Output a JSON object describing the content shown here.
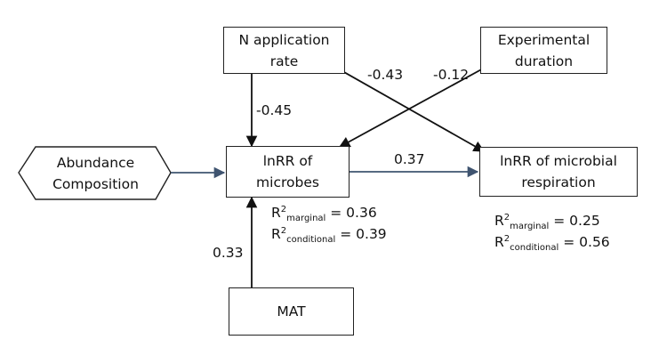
{
  "nodes": {
    "n_rate": {
      "line1": "N application",
      "line2": "rate"
    },
    "exp_duration": {
      "line1": "Experimental",
      "line2": "duration"
    },
    "abundance": {
      "line1": "Abundance",
      "line2": "Composition"
    },
    "lnrr_microbes": {
      "line1": "lnRR of",
      "line2": "microbes"
    },
    "lnrr_respiration": {
      "line1": "lnRR of microbial",
      "line2": "respiration"
    },
    "mat": {
      "label": "MAT"
    }
  },
  "paths": {
    "n_rate_to_microbes": "-0.45",
    "n_rate_to_respiration": "-0.43",
    "duration_to_microbes": "-0.12",
    "microbes_to_respiration": "0.37",
    "mat_to_microbes": "0.33"
  },
  "stats": {
    "microbes": {
      "r": "R",
      "sup": "2",
      "marginal_sub": "marginal",
      "marginal_value": " = 0.36",
      "conditional_sub": "conditional",
      "conditional_value": " = 0.39"
    },
    "respiration": {
      "r": "R",
      "sup": "2",
      "marginal_sub": "marginal",
      "marginal_value": " = 0.25",
      "conditional_sub": "conditional",
      "conditional_value": " = 0.56"
    }
  },
  "colors": {
    "black_arrow": "#111111",
    "blue_arrow": "#3f5470"
  }
}
